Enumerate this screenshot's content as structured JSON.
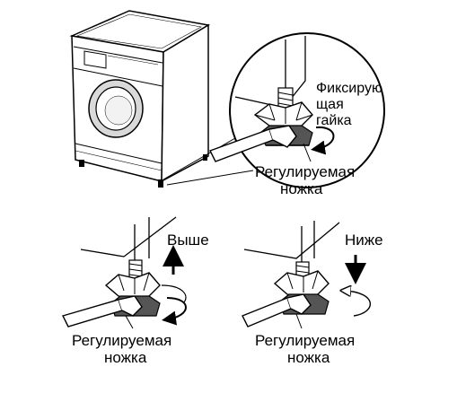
{
  "labels": {
    "lock_nut_line1": "Фиксирую",
    "lock_nut_line2": "щая",
    "lock_nut_line3": "гайка",
    "adjustable_foot_line1": "Регулируемая",
    "adjustable_foot_line2": "ножка",
    "higher": "Выше",
    "lower": "Ниже",
    "left_foot_line1": "Регулируемая",
    "left_foot_line2": "ножка",
    "right_foot_line1": "Регулируемая",
    "right_foot_line2": "ножка"
  },
  "colors": {
    "ink": "#000000",
    "paper": "#ffffff",
    "shade": "#d9d9d9",
    "dark_shade": "#555555"
  }
}
